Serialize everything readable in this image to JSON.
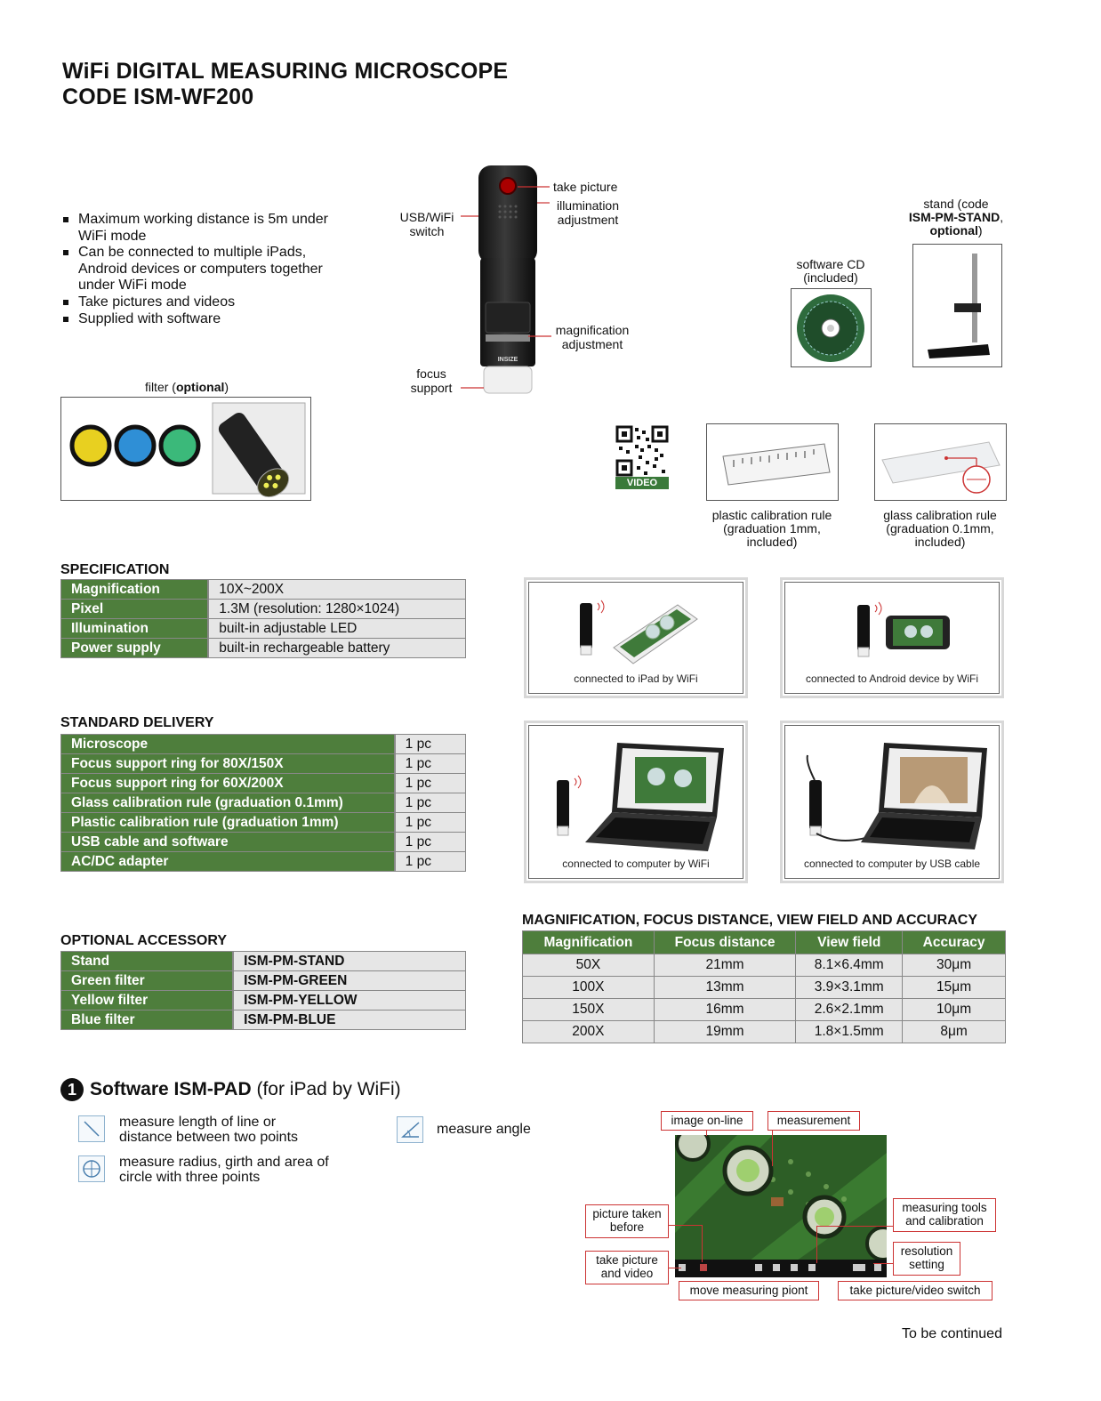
{
  "title": {
    "line1": "WiFi DIGITAL MEASURING MICROSCOPE",
    "line2": "CODE ISM-WF200"
  },
  "features": [
    "Maximum working distance is 5m under WiFi mode",
    "Can be connected to multiple iPads, Android devices or computers together under WiFi mode",
    "Take pictures and videos",
    "Supplied with software"
  ],
  "callouts": {
    "take_picture": "take picture",
    "illumination": "illumination adjustment",
    "usb_wifi": "USB/WiFi switch",
    "magnification": "magnification adjustment",
    "focus_support": "focus support",
    "filter_prefix": "filter (",
    "filter_bold": "optional",
    "filter_suffix": ")",
    "software_cd": "software CD (included)",
    "stand_line1": "stand (code",
    "stand_code": "ISM-PM-STAND",
    "stand_optional": "optional",
    "video": "VIDEO",
    "plastic_rule": "plastic calibration rule (graduation 1mm, included)",
    "glass_rule": "glass calibration rule (graduation 0.1mm, included)",
    "brand": "INSIZE"
  },
  "specification": {
    "heading": "SPECIFICATION",
    "rows": [
      {
        "k": "Magnification",
        "v": "10X~200X"
      },
      {
        "k": "Pixel",
        "v": "1.3M (resolution: 1280×1024)"
      },
      {
        "k": "Illumination",
        "v": "built-in adjustable LED"
      },
      {
        "k": "Power supply",
        "v": "built-in rechargeable battery"
      }
    ]
  },
  "standard_delivery": {
    "heading": "STANDARD DELIVERY",
    "rows": [
      {
        "k": "Microscope",
        "v": "1 pc"
      },
      {
        "k": "Focus support ring for 80X/150X",
        "v": "1 pc"
      },
      {
        "k": "Focus support ring for 60X/200X",
        "v": "1 pc"
      },
      {
        "k": "Glass calibration rule (graduation 0.1mm)",
        "v": "1 pc"
      },
      {
        "k": "Plastic calibration rule (graduation 1mm)",
        "v": "1 pc"
      },
      {
        "k": "USB cable and software",
        "v": "1 pc"
      },
      {
        "k": "AC/DC adapter",
        "v": "1 pc"
      }
    ]
  },
  "optional_accessory": {
    "heading": "OPTIONAL ACCESSORY",
    "rows": [
      {
        "k": "Stand",
        "v": "ISM-PM-STAND"
      },
      {
        "k": "Green filter",
        "v": "ISM-PM-GREEN"
      },
      {
        "k": "Yellow filter",
        "v": "ISM-PM-YELLOW"
      },
      {
        "k": "Blue filter",
        "v": "ISM-PM-BLUE"
      }
    ]
  },
  "connections": [
    "connected to iPad by WiFi",
    "connected to Android device by WiFi",
    "connected to computer by WiFi",
    "connected to computer by USB cable"
  ],
  "mag_table": {
    "heading": "MAGNIFICATION, FOCUS DISTANCE, VIEW FIELD AND ACCURACY",
    "headers": [
      "Magnification",
      "Focus distance",
      "View field",
      "Accuracy"
    ],
    "rows": [
      [
        "50X",
        "21mm",
        "8.1×6.4mm",
        "30μm"
      ],
      [
        "100X",
        "13mm",
        "3.9×3.1mm",
        "15μm"
      ],
      [
        "150X",
        "16mm",
        "2.6×2.1mm",
        "10μm"
      ],
      [
        "200X",
        "19mm",
        "1.8×1.5mm",
        "8μm"
      ]
    ]
  },
  "software": {
    "number": "1",
    "title_bold": "Software ISM-PAD",
    "title_rest": " (for iPad by WiFi)",
    "items": [
      {
        "icon": "line-measure-icon",
        "text": "measure length of line or distance between two points"
      },
      {
        "icon": "circle-measure-icon",
        "text": "measure radius, girth and area of circle with three points"
      },
      {
        "icon": "angle-measure-icon",
        "text": "measure angle"
      }
    ],
    "labels": {
      "image_online": "image on-line",
      "measurement": "measurement",
      "picture_before": "picture taken before",
      "take_picture_video": "take picture and video",
      "measuring_tools": "measuring tools and calibration",
      "resolution": "resolution setting",
      "move_point": "move measuring piont",
      "switch": "take picture/video switch"
    }
  },
  "footer": "To be continued",
  "colors": {
    "green": "#4e7e3c",
    "cell_gray": "#e6e6e6",
    "callout_red": "#cc3333"
  }
}
